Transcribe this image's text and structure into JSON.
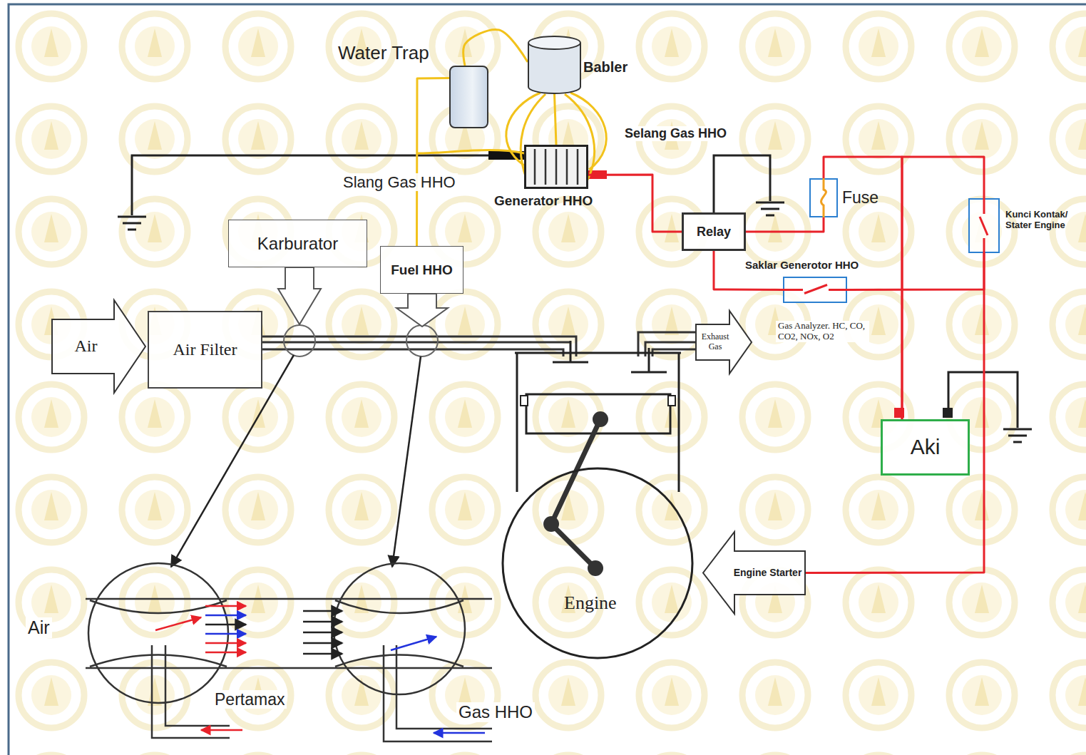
{
  "diagram": {
    "nodes": [
      {
        "text": [
          "Water Trap"
        ]
      },
      {
        "text": [
          "Babler"
        ]
      },
      {
        "text": [
          "Generator HHO"
        ]
      },
      {
        "text": [
          "Karburator"
        ]
      },
      {
        "text": [
          "Fuel HHO"
        ]
      },
      {
        "text": [
          "Relay"
        ]
      },
      {
        "text": [
          "Fuse"
        ]
      },
      {
        "text": [
          "Kunci Kontak/ Stater Engine"
        ]
      },
      {
        "text": [
          "Saklar Generotor HHO"
        ]
      },
      {
        "text": [
          "Air"
        ]
      },
      {
        "text": [
          "Air Filter"
        ]
      },
      {
        "text": [
          "Exhaust Gas"
        ]
      },
      {
        "text": [
          "Aki"
        ]
      },
      {
        "text": [
          "Engine"
        ]
      },
      {
        "text": [
          "Engine Starter"
        ]
      }
    ],
    "edges": [
      {
        "from": 0,
        "to": 1,
        "arrow": "none"
      },
      {
        "from": 1,
        "to": 2,
        "arrow": "none"
      },
      {
        "from": 0,
        "to": 4,
        "arrow": "none"
      },
      {
        "from": 2,
        "to": 5,
        "arrow": "none"
      },
      {
        "from": 5,
        "to": 6,
        "arrow": "none"
      },
      {
        "from": 6,
        "to": 12,
        "arrow": "none"
      },
      {
        "from": 12,
        "to": 7,
        "arrow": "none"
      },
      {
        "from": 7,
        "to": 14,
        "arrow": "none"
      },
      {
        "from": 5,
        "to": 8,
        "arrow": "none"
      },
      {
        "from": 8,
        "to": 7,
        "arrow": "none"
      }
    ],
    "labels": [
      "Selang Gas HHO",
      "Slang Gas HHO",
      "Gas Analyzer. HC, CO, CO2, NOx, O2",
      "Air",
      "Pertamax",
      "Gas HHO"
    ]
  }
}
